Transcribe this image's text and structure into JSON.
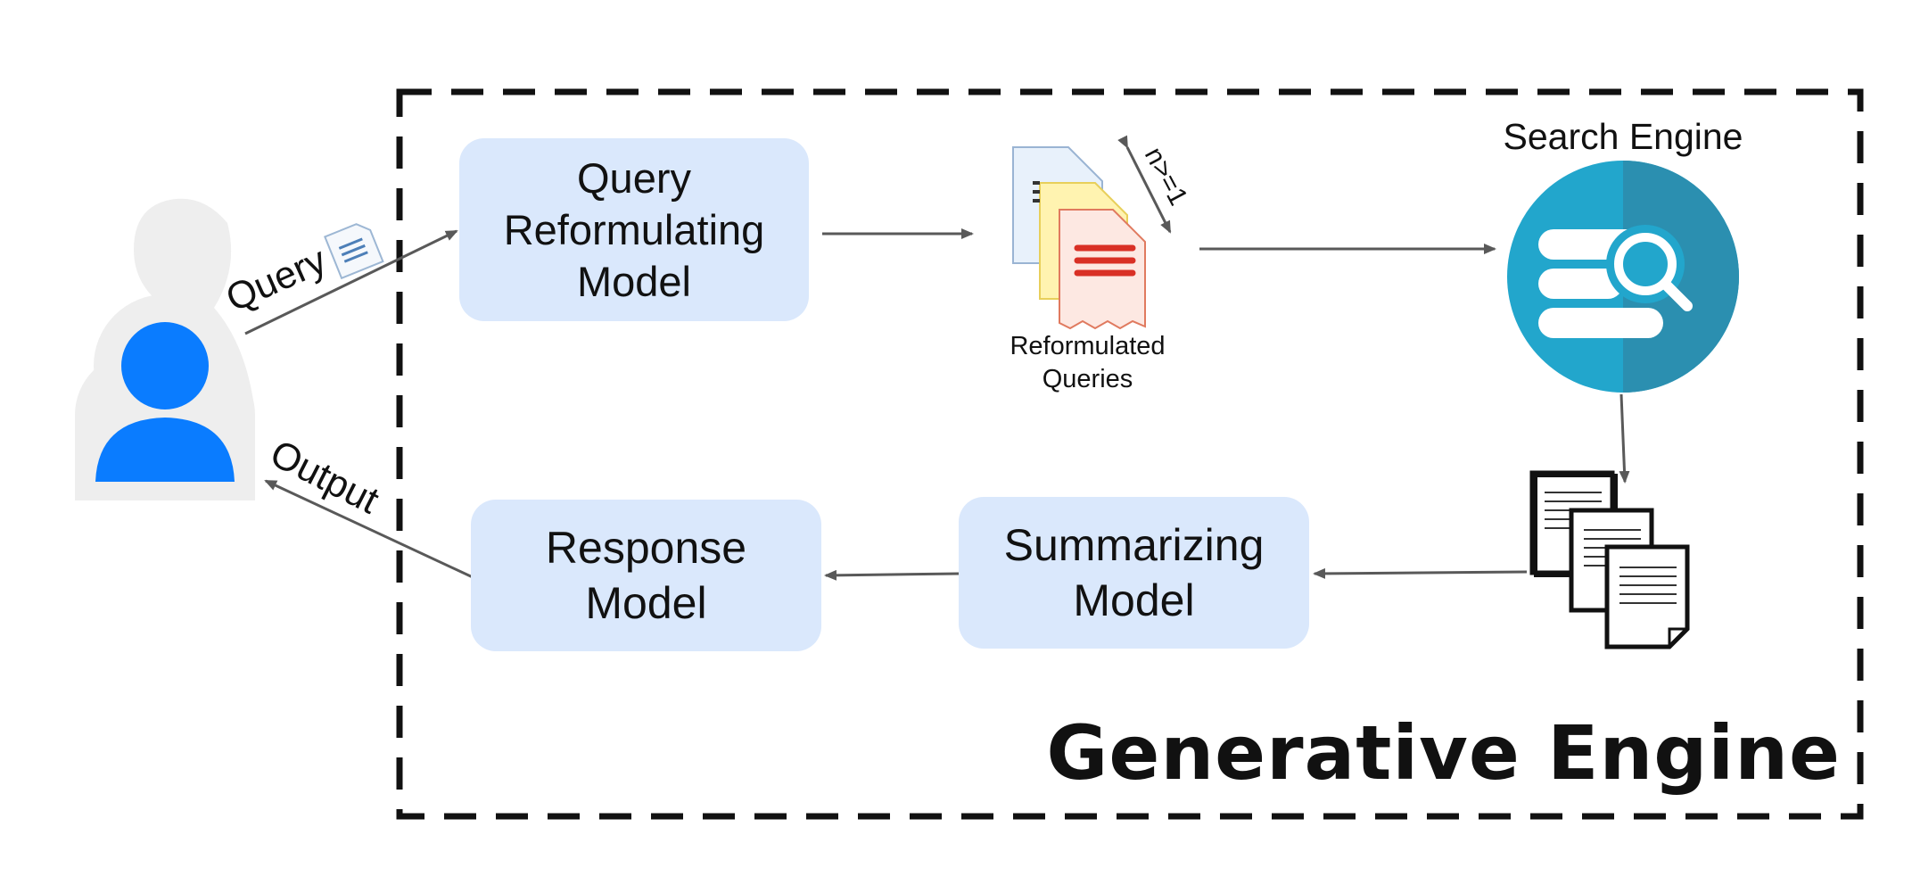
{
  "diagram": {
    "container_label": "Generative Engine",
    "boxes": {
      "query_reformulating": "Query\nReformulating\nModel",
      "summarizing": "Summarizing\nModel",
      "response": "Response\nModel"
    },
    "edge_labels": {
      "query": "Query",
      "output": "Output",
      "n_constraint": "n>=1"
    },
    "node_labels": {
      "reformulated_queries": "Reformulated\nQueries",
      "search_engine": "Search Engine"
    },
    "colors": {
      "box_fill": "#dae8fc",
      "user_icon": "#0a7cff",
      "search_engine_icon": "#22a6cc",
      "search_engine_icon_dark": "#2b8fb0",
      "arrow": "#595959",
      "doc_red": "#d93025",
      "doc_yellow": "#fff3b0",
      "doc_blue": "#e8f1fb"
    },
    "icons": [
      "user-icon",
      "document-icon",
      "reformulated-queries-icon",
      "search-engine-icon",
      "retrieved-documents-icon"
    ]
  }
}
